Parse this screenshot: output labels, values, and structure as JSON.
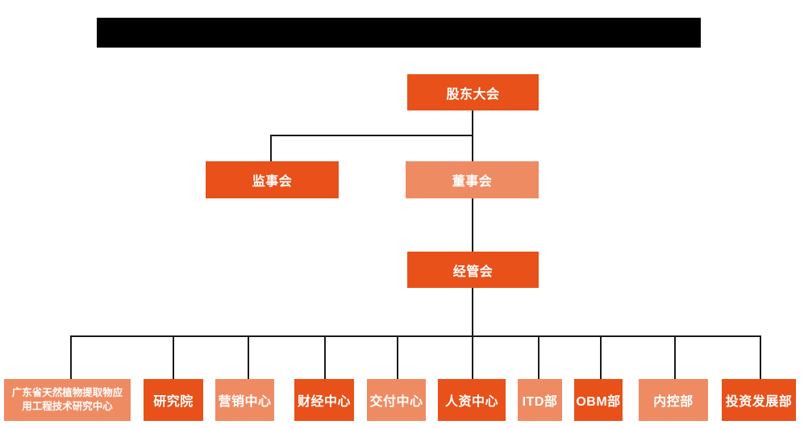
{
  "colors": {
    "primary": "#E8511A",
    "secondary": "#EF8B63",
    "line": "#1A1A1A",
    "redaction": "#000000",
    "node_text": "#FFFFFF",
    "background": "#FFFFFF"
  },
  "title_bar": {
    "state": "redacted",
    "label": ""
  },
  "org": {
    "level1": {
      "label": "股东大会",
      "variant": "primary"
    },
    "level2": [
      {
        "label": "监事会",
        "variant": "primary"
      },
      {
        "label": "董事会",
        "variant": "secondary"
      }
    ],
    "level3": {
      "label": "经管会",
      "variant": "primary"
    },
    "level4": [
      {
        "label": "广东省天然植物提取物应用工程技术研究中心",
        "variant": "secondary"
      },
      {
        "label": "研究院",
        "variant": "primary"
      },
      {
        "label": "营销中心",
        "variant": "secondary"
      },
      {
        "label": "财经中心",
        "variant": "primary"
      },
      {
        "label": "交付中心",
        "variant": "secondary"
      },
      {
        "label": "人资中心",
        "variant": "primary"
      },
      {
        "label": "ITD部",
        "variant": "secondary"
      },
      {
        "label": "OBM部",
        "variant": "primary"
      },
      {
        "label": "内控部",
        "variant": "secondary"
      },
      {
        "label": "投资发展部",
        "variant": "primary"
      }
    ]
  }
}
